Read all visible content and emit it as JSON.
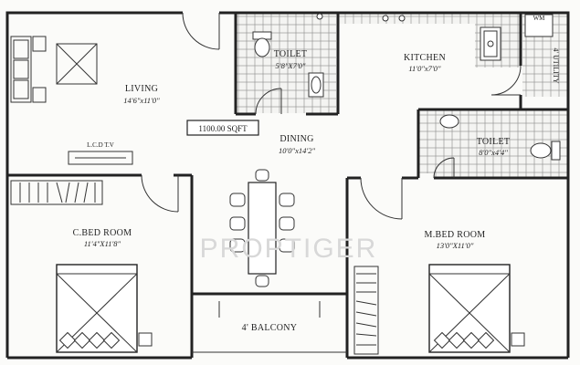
{
  "area_label": "1100.00 SQFT",
  "watermark": "PROPTIGER",
  "rooms": {
    "living": {
      "name": "LIVING",
      "dim": "14'6\"x11'0\""
    },
    "toilet_top": {
      "name": "TOILET",
      "dim": "5'8\"X7'0\""
    },
    "kitchen": {
      "name": "KITCHEN",
      "dim": "11'0\"x7'0\""
    },
    "utility": {
      "name": "4' UTILITY"
    },
    "wm": {
      "name": "WM"
    },
    "dining": {
      "name": "DINING",
      "dim": "10'0\"x14'2\""
    },
    "toilet_right": {
      "name": "TOILET",
      "dim": "8'0\"x4'4\""
    },
    "lcd": {
      "name": "L.C.D T.V"
    },
    "cbed": {
      "name": "C.BED ROOM",
      "dim": "11'4\"X11'8\""
    },
    "mbed": {
      "name": "M.BED ROOM",
      "dim": "13'0\"X11'0\""
    },
    "balcony": {
      "name": "4' BALCONY"
    }
  }
}
